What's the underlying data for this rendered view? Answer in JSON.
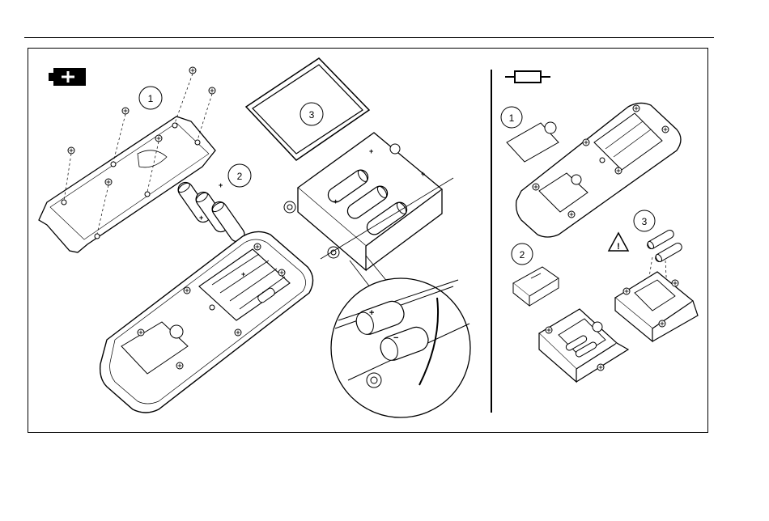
{
  "figure": {
    "left_panel": {
      "icon": "battery-icon",
      "step_markers": [
        "1",
        "2",
        "3"
      ],
      "polarity_plus": "+",
      "polarity_minus": "−"
    },
    "right_panel": {
      "icon": "fuse-icon",
      "step_markers": [
        "1",
        "2",
        "3"
      ],
      "warning_icon": "warning-triangle-icon",
      "warning_glyph": "!"
    }
  },
  "colors": {
    "line": "#000000",
    "background": "#ffffff",
    "icon_fill": "#000000"
  }
}
